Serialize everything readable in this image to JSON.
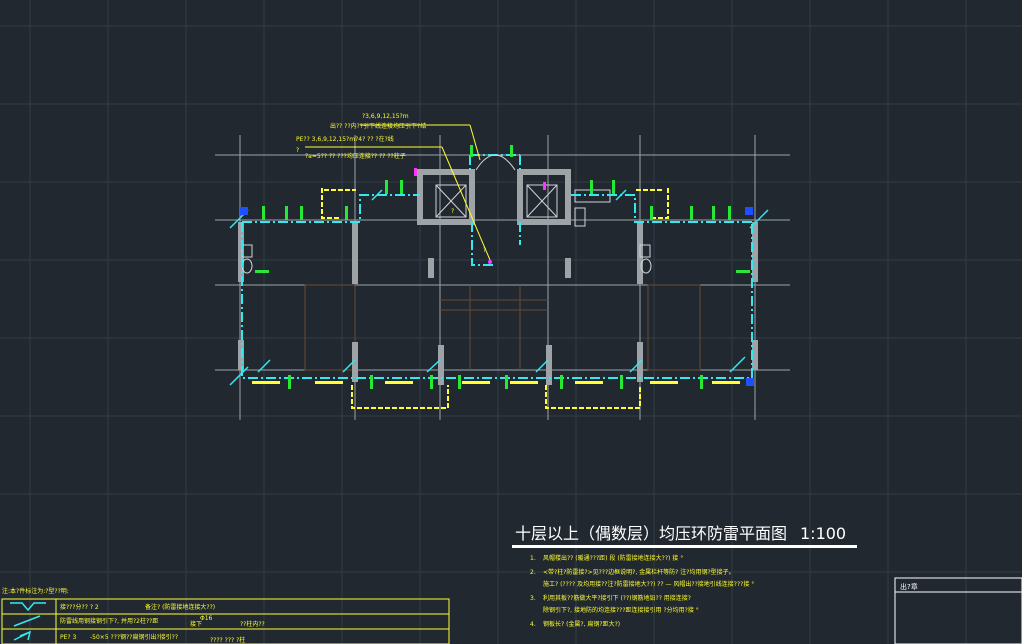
{
  "drawing": {
    "title": "十层以上（偶数层）均压环防雷平面图",
    "scale": "1:100",
    "notes": [
      {
        "num": "1.",
        "text": "风帽楼出?? (暖通???距) 段 (防雷接地连接大??) 接 °"
      },
      {
        "num": "2.",
        "text": "<带?柱?防雷接?>见???边框说明?, 金属栏杆等防? 注?均用钢?型接子。"
      },
      {
        "sub": "施工? (???? 及均用接??注?防雷接地大??) ?? — 风帽出??接地引线连接???接 °"
      },
      {
        "num": "3.",
        "text": "利用其板??筋做大平?接引下 (??)钢筋地铅?? 用接连接?"
      },
      {
        "sub": "除钢引下?, 接地防的均连接???距连接接引用 ?分均用?接 °"
      },
      {
        "num": "4.",
        "text": "钢板长? (金属?, 扁钢?距大?)"
      }
    ],
    "leader_notes": [
      "?3,6,9,12,15?m",
      "出?? ??内??引下线连接均压引下?结",
      "PE?? 3,6,9,12,15?m?4?  ??  ?在?线",
      "?",
      "?a=5??  ?? ???均压连接??  ??  ??柱子"
    ],
    "room_tags": [
      "?",
      "?"
    ]
  },
  "legend": {
    "header": "注:本?件标注为:?型??明:",
    "rows": [
      {
        "code": "",
        "desc": "接???分??    ?   2",
        "note": "备注? (防雷接地连接大??)"
      },
      {
        "code": "",
        "desc": "防雷线用钢接钢引下?, 并用?2柱??距",
        "note": "接下",
        "extra": "Φ16",
        "extra2": "??柱内??"
      },
      {
        "code": "PE? 3",
        "desc": "-50×5   ???钢??扁钢引出?接引??",
        "note": "???? ??? ?柱"
      }
    ]
  },
  "title_block": {
    "label": "出?章"
  },
  "colors": {
    "background": "#212830",
    "grid": "#323b46",
    "axis": "#9aa3ad",
    "wall": "#9ea3a8",
    "lightning_line": "#35e8f0",
    "annotation": "#ffff33",
    "green_mark": "#27e835",
    "magenta_mark": "#ff33ff",
    "brown_line": "#6b4a2f"
  }
}
